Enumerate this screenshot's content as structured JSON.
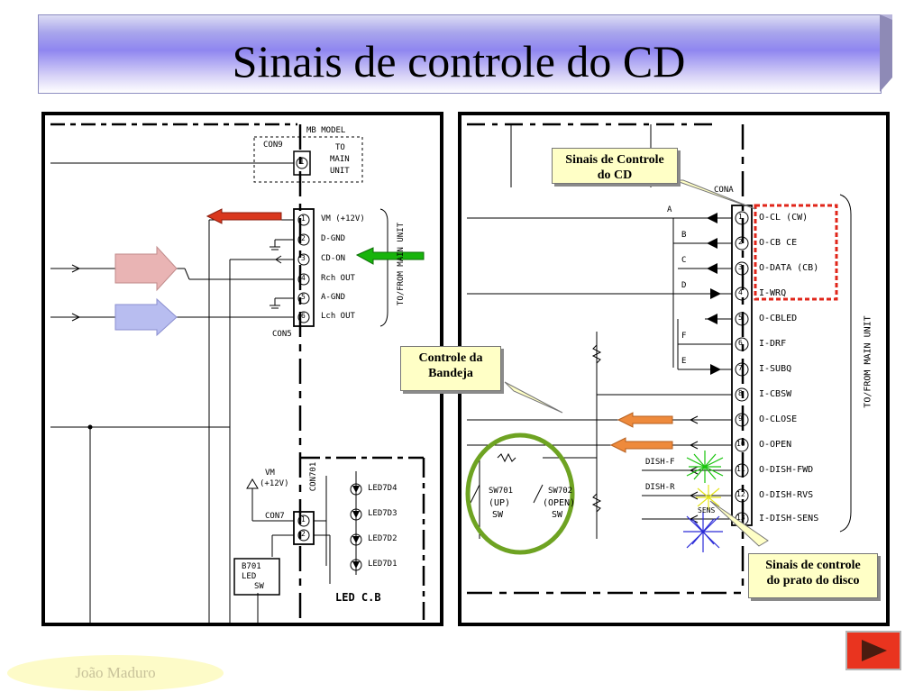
{
  "slide": {
    "title": "Sinais de controle do CD",
    "author": "João Maduro",
    "next_icon": "play-triangle-icon"
  },
  "left_schematic": {
    "mb_model": "MB MODEL",
    "con9": "CON9",
    "con9_pin": "1",
    "to_main_unit": [
      "TO",
      "MAIN",
      "UNIT"
    ],
    "con5": "CON5",
    "pins": [
      {
        "num": "1",
        "label": "VM (+12V)"
      },
      {
        "num": "2",
        "label": "D-GND"
      },
      {
        "num": "3",
        "label": "CD-ON"
      },
      {
        "num": "4",
        "label": "Rch OUT"
      },
      {
        "num": "5",
        "label": "A-GND"
      },
      {
        "num": "6",
        "label": "Lch OUT"
      }
    ],
    "side_label": "TO/FROM MAIN UNIT",
    "vm_label": [
      "VM",
      "(+12V)"
    ],
    "con701": "CON701",
    "con7": "CON7",
    "con7_pins": [
      "1",
      "2"
    ],
    "b701": [
      "B701",
      "LED",
      "SW"
    ],
    "leds": [
      "LED7D4",
      "LED7D3",
      "LED7D2",
      "LED7D1"
    ],
    "board": "LED C.B"
  },
  "right_schematic": {
    "cona": "CONA",
    "pins": [
      {
        "num": "1",
        "label": "O-CL (CW)"
      },
      {
        "num": "2",
        "label": "O-CB CE"
      },
      {
        "num": "3",
        "label": "O-DATA (CB)"
      },
      {
        "num": "4",
        "label": "I-WRQ"
      },
      {
        "num": "5",
        "label": "O-CBLED"
      },
      {
        "num": "6",
        "label": "I-DRF"
      },
      {
        "num": "7",
        "label": "I-SUBQ"
      },
      {
        "num": "8",
        "label": "I-CBSW"
      },
      {
        "num": "9",
        "label": "O-CLOSE"
      },
      {
        "num": "10",
        "label": "O-OPEN"
      },
      {
        "num": "11",
        "label": "O-DISH-FWD"
      },
      {
        "num": "12",
        "label": "O-DISH-RVS"
      },
      {
        "num": "13",
        "label": "I-DISH-SENS"
      }
    ],
    "side_label": "TO/FROM MAIN UNIT",
    "wire_letters": [
      "A",
      "B",
      "C",
      "D",
      "F",
      "E"
    ],
    "dish_f": "DISH-F",
    "dish_r": "DISH-R",
    "sens": "SENS",
    "sw701": [
      "SW701",
      "(UP)",
      "SW"
    ],
    "sw702": [
      "SW702",
      "(OPEN)",
      "SW"
    ]
  },
  "callouts": {
    "cd_control": "Sinais de Controle\ndo CD",
    "tray_control": "Controle da\nBandeja",
    "dish_control": "Sinais de controle\ndo prato do disco"
  },
  "colors": {
    "red_arrow": "#d9381e",
    "green_arrow": "#18b40c",
    "orange_arrow": "#ee8a3c",
    "pink_arrow": "#e9b4b4",
    "lilac_arrow": "#b8bdf0",
    "highlight_circle": "#6ea322",
    "dashed_box": "#e0261a"
  }
}
